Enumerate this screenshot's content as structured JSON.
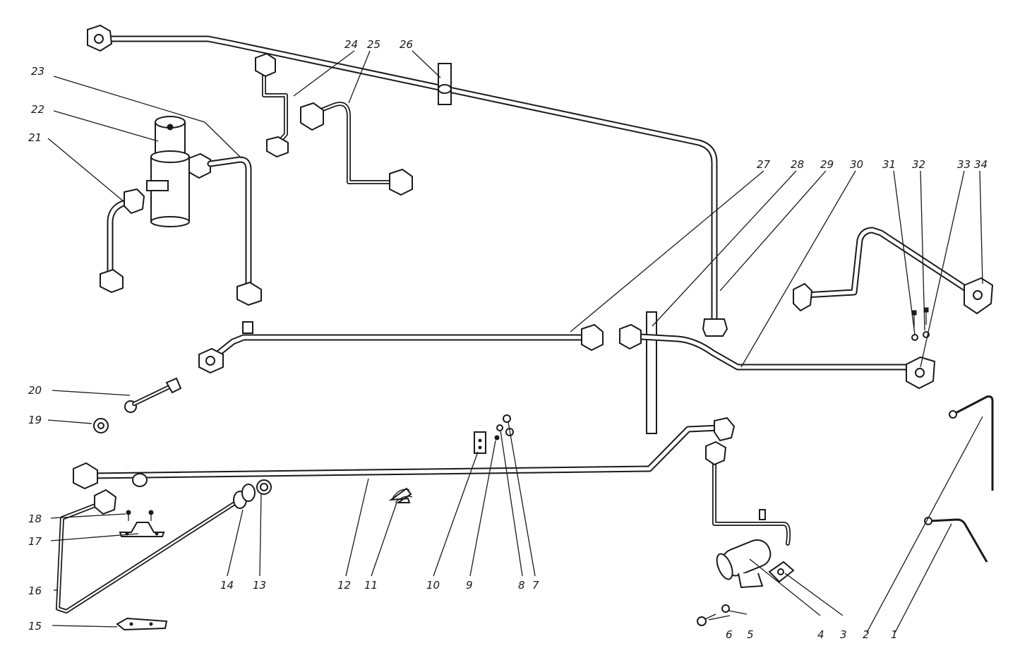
{
  "colors": {
    "ink": "#1a1a1a",
    "paper": "#ffffff"
  },
  "callouts": [
    {
      "num": "1",
      "target": "brake-line-1"
    },
    {
      "num": "2",
      "target": "brake-line-2"
    },
    {
      "num": "3",
      "target": "bracket-3"
    },
    {
      "num": "4",
      "target": "pressure-switch-4"
    },
    {
      "num": "5",
      "target": "washer-5"
    },
    {
      "num": "6",
      "target": "bolt-6"
    },
    {
      "num": "7",
      "target": "nut-7"
    },
    {
      "num": "8",
      "target": "washer-8"
    },
    {
      "num": "9",
      "target": "bolt-9"
    },
    {
      "num": "10",
      "target": "clip-plate-10"
    },
    {
      "num": "11",
      "target": "clip-11"
    },
    {
      "num": "12",
      "target": "brake-line-12"
    },
    {
      "num": "13",
      "target": "hose-13"
    },
    {
      "num": "14",
      "target": "hose-fitting-14"
    },
    {
      "num": "15",
      "target": "plate-15"
    },
    {
      "num": "16",
      "target": "brake-line-16"
    },
    {
      "num": "17",
      "target": "bracket-17"
    },
    {
      "num": "18",
      "target": "screw-18"
    },
    {
      "num": "19",
      "target": "nut-19"
    },
    {
      "num": "20",
      "target": "bolt-20"
    },
    {
      "num": "21",
      "target": "brake-line-21"
    },
    {
      "num": "22",
      "target": "master-cylinder-22"
    },
    {
      "num": "23",
      "target": "brake-line-23"
    },
    {
      "num": "24",
      "target": "brake-line-24"
    },
    {
      "num": "25",
      "target": "brake-line-25"
    },
    {
      "num": "26",
      "target": "clip-26"
    },
    {
      "num": "27",
      "target": "brake-line-27"
    },
    {
      "num": "28",
      "target": "bracket-28"
    },
    {
      "num": "29",
      "target": "brake-line-29"
    },
    {
      "num": "30",
      "target": "brake-line-30"
    },
    {
      "num": "31",
      "target": "screw-31"
    },
    {
      "num": "32",
      "target": "washer-32"
    },
    {
      "num": "33",
      "target": "flange-33"
    },
    {
      "num": "34",
      "target": "flange-34"
    }
  ]
}
